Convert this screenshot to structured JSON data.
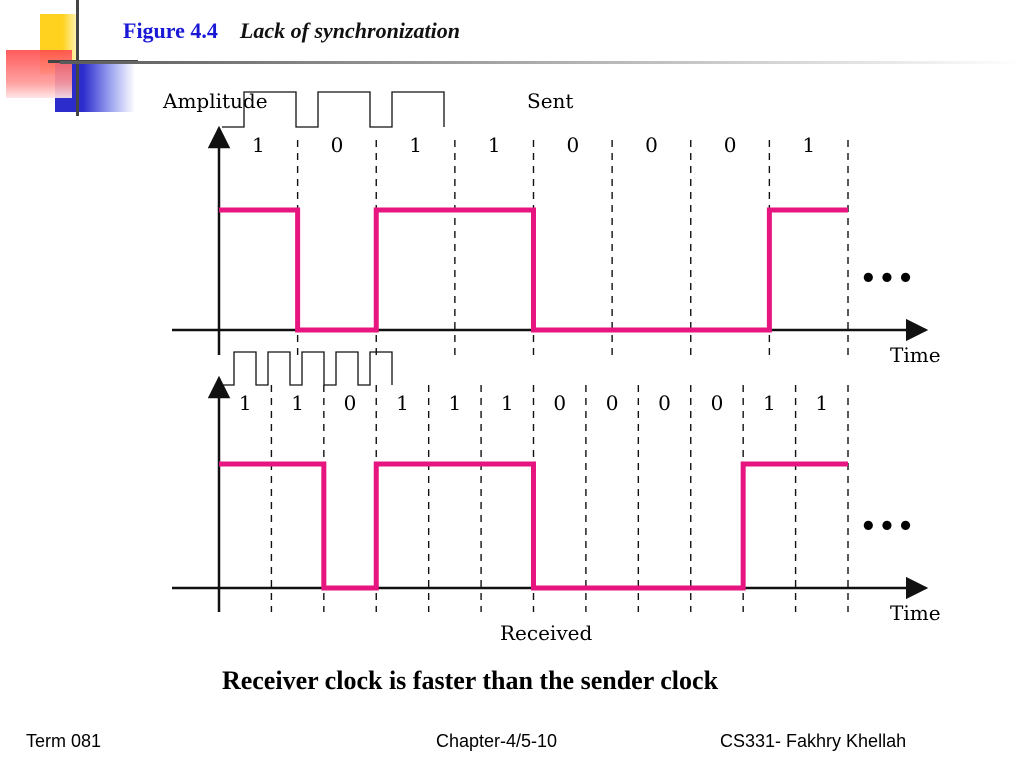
{
  "slide": {
    "figure_number": "Figure 4.4",
    "figure_title": "Lack of synchronization",
    "caption": "Receiver clock is faster than the sender clock"
  },
  "footer": {
    "left": "Term 081",
    "center": "Chapter-4/5-10",
    "right": "CS331- Fakhry Khellah"
  },
  "diagram": {
    "y_axis_label": "Amplitude",
    "x_axis_label": "Time",
    "continuation": "•••",
    "signal_color": "#e6157f",
    "sent": {
      "label": "Sent",
      "bits": [
        "1",
        "0",
        "1",
        "1",
        "0",
        "0",
        "0",
        "1"
      ]
    },
    "received": {
      "label": "Received",
      "bits": [
        "1",
        "1",
        "0",
        "1",
        "1",
        "1",
        "0",
        "0",
        "0",
        "0",
        "1",
        "1"
      ]
    }
  },
  "theme": {
    "title_color": "#1a1ad6",
    "deco_yellow": "#ffd21f",
    "deco_red": "#ff4d4d",
    "deco_blue": "#2c2ccc"
  }
}
